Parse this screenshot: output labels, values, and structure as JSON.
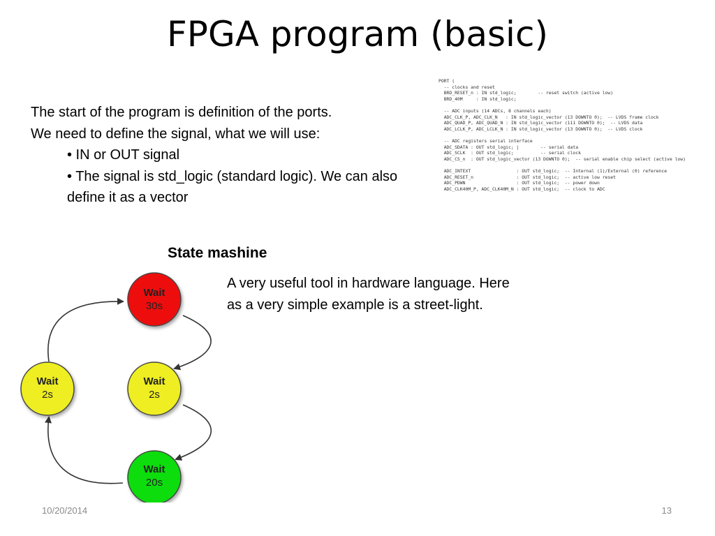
{
  "slide": {
    "title": "FPGA program (basic)",
    "intro": {
      "line1": "The start of the program is definition of the ports.",
      "line2": "We need to define the signal, what we will use:",
      "bullet1": "• IN or OUT signal",
      "bullet2": "• The signal is std_logic (standard logic). We can also define it as a vector"
    },
    "code": "PORT (\n  -- clocks and reset\n  BRD_RESET_n : IN std_logic;        -- reset switch (active low)\n  BRD_40M     : IN std_logic;\n\n  -- ADC inputs (14 ADCs, 8 channels each)\n  ADC_CLK_P, ADC_CLK_N   : IN std_logic_vector (13 DOWNTO 0);  -- LVDS frame clock\n  ADC_QUAD_P, ADC_QUAD_N : IN std_logic_vector (111 DOWNTO 0);  -- LVDS data\n  ADC_LCLK_P, ADC_LCLK_N : IN std_logic_vector (13 DOWNTO 0);  -- LVDS clock\n\n  -- ADC registers serial interface\n  ADC_SDATA : OUT std_logic; |        -- serial data\n  ADC_SCLK  : OUT std_logic;          -- serial clock\n  ADC_CS_n  : OUT std_logic_vector (13 DOWNTO 0);  -- serial enable chip select (active low)\n\n  ADC_INTEXT                 : OUT std_logic;  -- Internal (1)/External (0) reference\n  ADC_RESET_n                : OUT std_logic;  -- active low reset\n  ADC_PDWN                   : OUT std_logic;  -- power down\n  ADC_CLK40M_P, ADC_CLK40M_N : OUT std_logic;  -- clock to ADC",
    "state_machine": {
      "title": "State mashine",
      "description": "A very useful tool in hardware language. Here as a very simple example is a street-light.",
      "states": [
        {
          "label": "Wait",
          "time": "30s",
          "color": "#ee1111"
        },
        {
          "label": "Wait",
          "time": "2s",
          "color": "#eeee22"
        },
        {
          "label": "Wait",
          "time": "2s",
          "color": "#eeee22"
        },
        {
          "label": "Wait",
          "time": "20s",
          "color": "#11dd11"
        }
      ]
    },
    "footer": {
      "date": "10/20/2014",
      "page": "13"
    }
  }
}
